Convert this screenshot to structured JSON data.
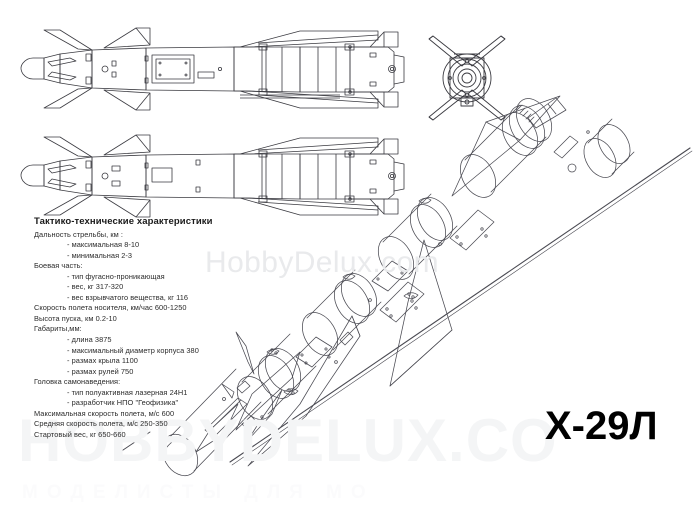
{
  "designation": "Х-29Л",
  "watermarks": {
    "middle": "HobbyDelux.com",
    "large": "HOBBYDELUX.CO",
    "sub": "МОДЕЛИСТЫ ДЛЯ МО"
  },
  "specs": {
    "title": "Тактико-технические характеристики",
    "lines": [
      {
        "text": "Дальность стрельбы, км :",
        "indent": false
      },
      {
        "text": "- максимальная 8-10",
        "indent": true
      },
      {
        "text": "- минимальная 2-3",
        "indent": true
      },
      {
        "text": "Боевая часть:",
        "indent": false
      },
      {
        "text": "- тип фугасно-проникающая",
        "indent": true
      },
      {
        "text": "- вес, кг 317-320",
        "indent": true
      },
      {
        "text": "- вес взрывчатого вещества, кг 116",
        "indent": true
      },
      {
        "text": "Скорость полета носителя, км/час 600-1250",
        "indent": false
      },
      {
        "text": "Высота пуска, км 0.2-10",
        "indent": false
      },
      {
        "text": "Габариты,мм:",
        "indent": false
      },
      {
        "text": "- длина 3875",
        "indent": true
      },
      {
        "text": "- максимальный диаметр корпуса 380",
        "indent": true
      },
      {
        "text": "- размах крыла 1100",
        "indent": true
      },
      {
        "text": "- размах рулей 750",
        "indent": true
      },
      {
        "text": "Головка самонаведения:",
        "indent": false
      },
      {
        "text": "- тип полуактивная лазерная 24Н1",
        "indent": true
      },
      {
        "text": "- разработчик НПО \"Геофизика\"",
        "indent": true
      },
      {
        "text": "Максимальная скорость полета, м/с 600",
        "indent": false
      },
      {
        "text": "Средняя скорость полета, м/с 250-350",
        "indent": false
      },
      {
        "text": "Стартовый вес, кг 650-660",
        "indent": false
      }
    ]
  },
  "views": {
    "top_view": "top-plan-view",
    "side_view": "side-plan-view",
    "rear_view": "rear-cross-section-view",
    "perspective_view": "three-quarter-perspective-view"
  },
  "colors": {
    "background": "#ffffff",
    "line": "#3a3a40",
    "line_light": "#7a7a82",
    "text": "#2b2b2b",
    "watermark": "#e9eaec"
  }
}
